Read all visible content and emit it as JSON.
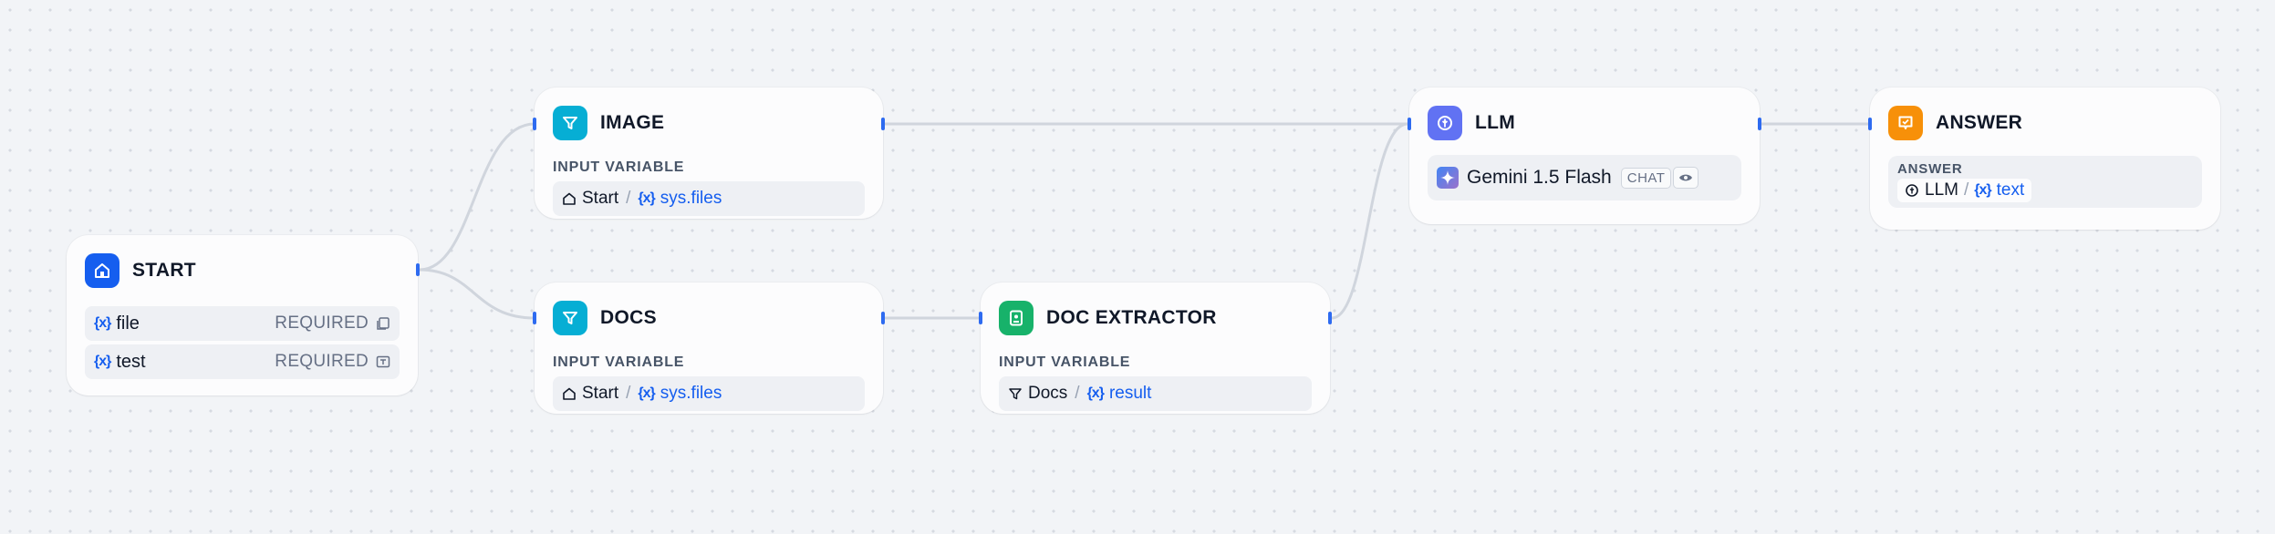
{
  "colors": {
    "start": "#155eef",
    "filter": "#06aed4",
    "extractor": "#17b26a",
    "llm": "#6172f3",
    "answer": "#f79009",
    "edge": "#d0d5dd",
    "handle": "#2e6bf0"
  },
  "start": {
    "title": "START",
    "variables": [
      {
        "name": "file",
        "required": "REQUIRED",
        "icon": "file-list-icon"
      },
      {
        "name": "test",
        "required": "REQUIRED",
        "icon": "text-field-icon"
      }
    ]
  },
  "image": {
    "title": "IMAGE",
    "label": "INPUT VARIABLE",
    "source": "Start",
    "separator": "/",
    "variable": "sys.files"
  },
  "docs": {
    "title": "DOCS",
    "label": "INPUT VARIABLE",
    "source": "Start",
    "separator": "/",
    "variable": "sys.files"
  },
  "extractor": {
    "title": "DOC EXTRACTOR",
    "label": "INPUT VARIABLE",
    "source": "Docs",
    "separator": "/",
    "variable": "result"
  },
  "llm": {
    "title": "LLM",
    "model": "Gemini 1.5 Flash",
    "mode": "CHAT"
  },
  "answer": {
    "title": "ANSWER",
    "label": "ANSWER",
    "source": "LLM",
    "separator": "/",
    "variable": "text"
  }
}
